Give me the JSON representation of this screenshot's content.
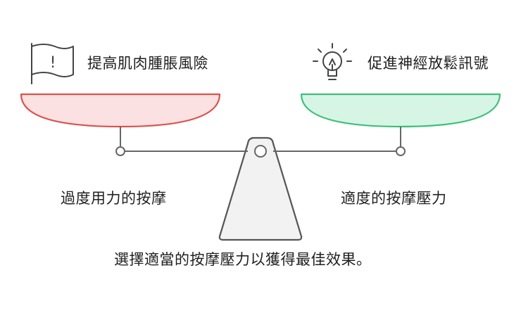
{
  "left": {
    "header_text": "提高肌肉腫脹風險",
    "side_label": "過度用力的按摩",
    "pan_fill": "#fbe1e1",
    "pan_stroke": "#d9534f",
    "icon": "flag-warning-icon",
    "icon_mark": "!"
  },
  "right": {
    "header_text": "促進神經放鬆訊號",
    "side_label": "適度的按摩壓力",
    "pan_fill": "#d7f5e4",
    "pan_stroke": "#3cc07a",
    "icon": "lightbulb-icon"
  },
  "conclusion": "選擇適當的按摩壓力以獲得最佳效果。",
  "colors": {
    "line": "#555555",
    "fulcrum_fill": "#f2f2f2",
    "fulcrum_stroke": "#555555"
  }
}
